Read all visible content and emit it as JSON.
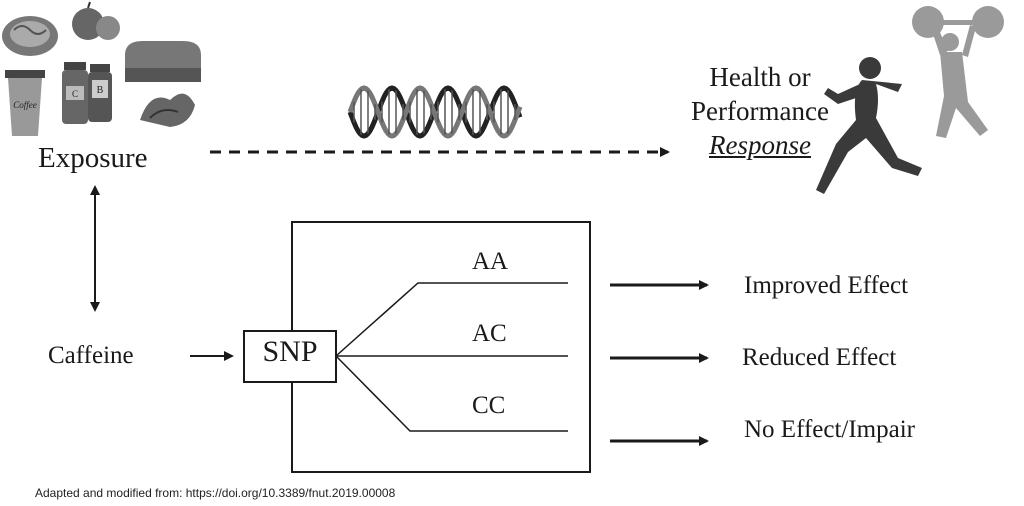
{
  "exposure": {
    "label": "Exposure"
  },
  "response": {
    "line1": "Health or",
    "line2": "Performance",
    "line3": "Response"
  },
  "caffeine": {
    "label": "Caffeine"
  },
  "snp": {
    "label": "SNP"
  },
  "genotypes": [
    {
      "label": "AA",
      "effect": "Improved Effect"
    },
    {
      "label": "AC",
      "effect": "Reduced Effect"
    },
    {
      "label": "CC",
      "effect": "No Effect/Impair"
    }
  ],
  "icons": {
    "food": "food-collage-icon",
    "coffee": "coffee-cup-icon",
    "vitamins": "vitamin-bottles-icon",
    "bread": "bread-loaf-icon",
    "dna": "dna-helix-icon",
    "athletes": "runner-and-weightlifter-icon"
  },
  "credit": "Adapted and modified from: https://doi.org/10.3389/fnut.2019.00008"
}
